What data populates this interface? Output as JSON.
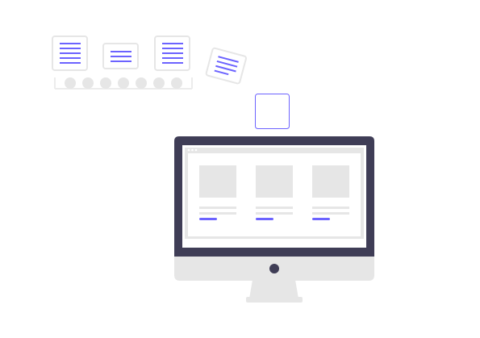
{
  "colors": {
    "accent": "#6c63ff",
    "dark": "#3f3d56",
    "light_gray": "#e6e6e6",
    "border_gray": "#ececec",
    "white": "#ffffff"
  },
  "icons": {
    "conveyor": "conveyor-belt-icon",
    "document": "document-icon",
    "monitor": "desktop-monitor-icon",
    "browser": "browser-window-icon",
    "empty_frame": "empty-frame-icon"
  },
  "page_cards": [
    {
      "lines": 5
    },
    {
      "lines": 3
    },
    {
      "lines": 5
    },
    {
      "lines": 4
    }
  ],
  "conveyor": {
    "roller_count": 7
  },
  "browser": {
    "window_dots": 3,
    "card_count": 3
  }
}
